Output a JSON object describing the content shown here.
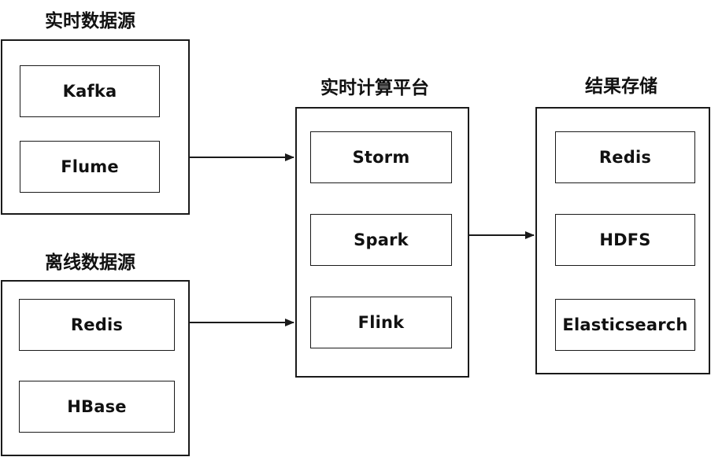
{
  "realtime_sources": {
    "title": "实时数据源",
    "items": [
      "Kafka",
      "Flume"
    ]
  },
  "offline_sources": {
    "title": "离线数据源",
    "items": [
      "Redis",
      "HBase"
    ]
  },
  "compute_platform": {
    "title": "实时计算平台",
    "items": [
      "Storm",
      "Spark",
      "Flink"
    ]
  },
  "result_storage": {
    "title": "结果存储",
    "items": [
      "Redis",
      "HDFS",
      "Elasticsearch"
    ]
  },
  "colors": {
    "stroke": "#1a1a1a",
    "background": "#ffffff"
  }
}
